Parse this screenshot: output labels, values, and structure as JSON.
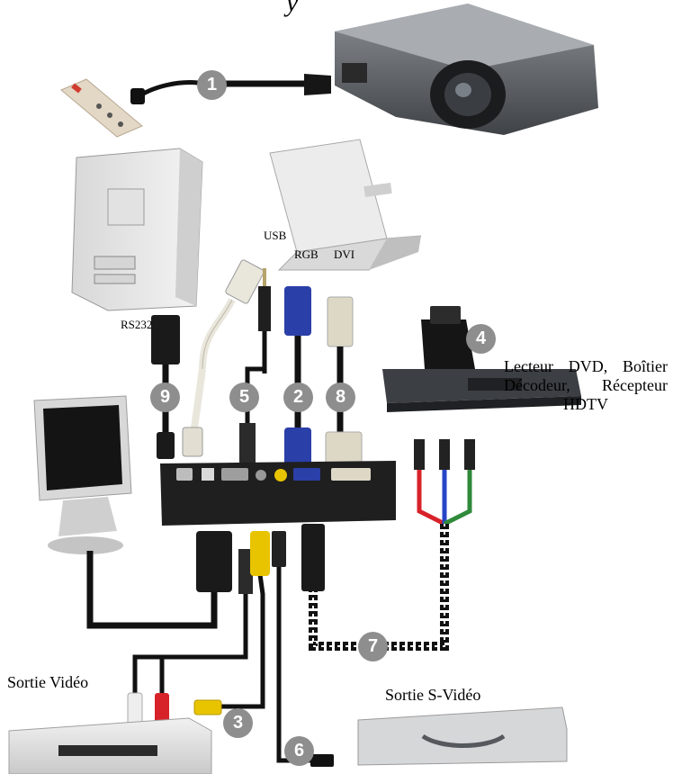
{
  "title_fragment": "y",
  "labels": {
    "usb": "USB",
    "rgb": "RGB",
    "dvi": "DVI",
    "rs232": "RS232",
    "dvd_sources": "Lecteur DVD, Boîtier Décodeur, Récepteur HDTV",
    "video_out": "Sortie Vidéo",
    "svideo_out": "Sortie S-Vidéo"
  },
  "callouts": [
    "1",
    "2",
    "3",
    "4",
    "5",
    "6",
    "7",
    "8",
    "9"
  ],
  "colors": {
    "callout": "#8e8e8e",
    "cable": "#111111",
    "vga_blue": "#2b3fa8",
    "dvi_cream": "#ddd8c6",
    "rca_yellow": "#e8c400",
    "rca_red": "#d8222a",
    "rca_white": "#eeeeee",
    "rca_green": "#2f8a3a"
  }
}
